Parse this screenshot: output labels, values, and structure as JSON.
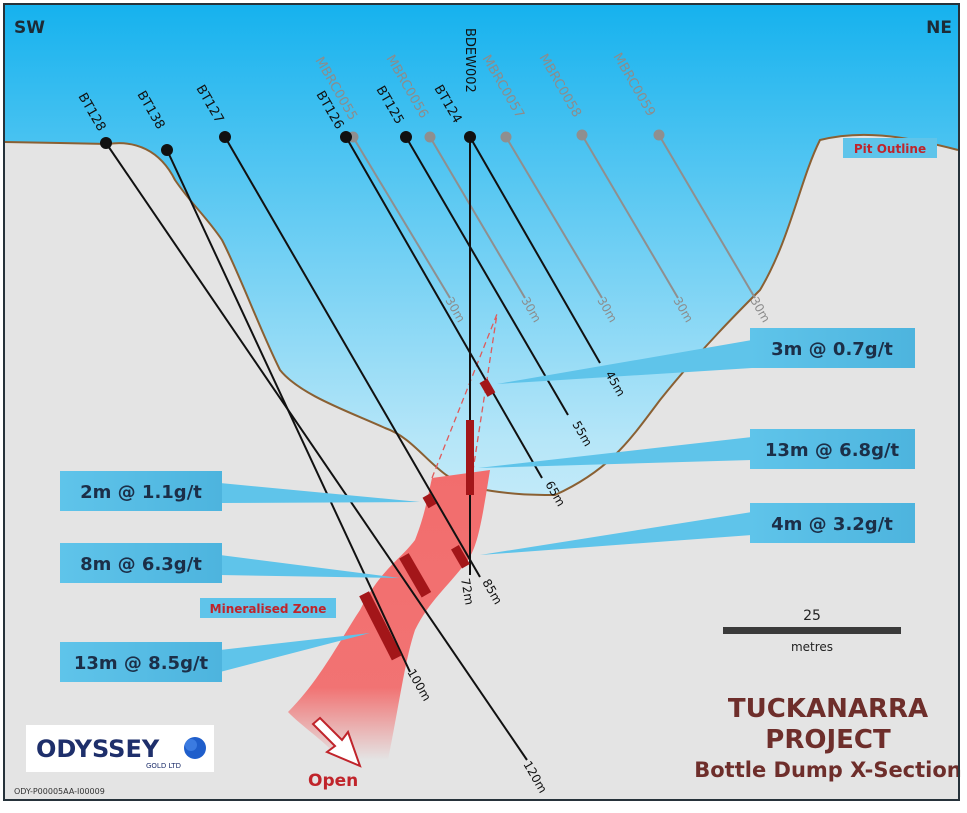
{
  "orientation": {
    "left": "SW",
    "right": "NE"
  },
  "drill_holes_black": [
    {
      "id": "BT128",
      "end_label": "120m"
    },
    {
      "id": "BT138",
      "end_label": "100m"
    },
    {
      "id": "BT127",
      "end_label": "85m"
    },
    {
      "id": "BT126",
      "end_label": "65m"
    },
    {
      "id": "BT125",
      "end_label": "55m"
    },
    {
      "id": "BT124",
      "end_label": "45m"
    },
    {
      "id": "BDEW002",
      "end_label": "72m"
    }
  ],
  "drill_holes_grey": [
    {
      "id": "MBRC0055",
      "end_label": "30m"
    },
    {
      "id": "MBRC0056",
      "end_label": "30m"
    },
    {
      "id": "MBRC0057",
      "end_label": "30m"
    },
    {
      "id": "MBRC0058",
      "end_label": "30m"
    },
    {
      "id": "MBRC0059",
      "end_label": "30m"
    }
  ],
  "intercepts": [
    {
      "label": "3m @ 0.7g/t"
    },
    {
      "label": "13m @ 6.8g/t"
    },
    {
      "label": "2m @ 1.1g/t"
    },
    {
      "label": "4m @ 3.2g/t"
    },
    {
      "label": "8m @ 6.3g/t"
    },
    {
      "label": "13m @ 8.5g/t"
    }
  ],
  "tags": {
    "pit_outline": "Pit Outline",
    "mineralised_zone": "Mineralised Zone",
    "open": "Open"
  },
  "scale": {
    "value": "25",
    "unit": "metres"
  },
  "title": {
    "line1": "TUCKANARRA",
    "line2": "PROJECT",
    "line3": "Bottle Dump X-Section"
  },
  "logo": {
    "name": "ODYSSEY",
    "sub": "GOLD LTD"
  },
  "reference": "ODY-P00005AA-I00009",
  "colors": {
    "sky_top": "#16b2ee",
    "sky_bottom": "#ffffff",
    "ground": "#e4e4e4",
    "pit_outline": "#8a6033",
    "mineralised_zone": "#f26d6d",
    "intercept_bar": "#a31619",
    "callout_fill": "#5fc4ea",
    "title": "#6e2e2b"
  }
}
